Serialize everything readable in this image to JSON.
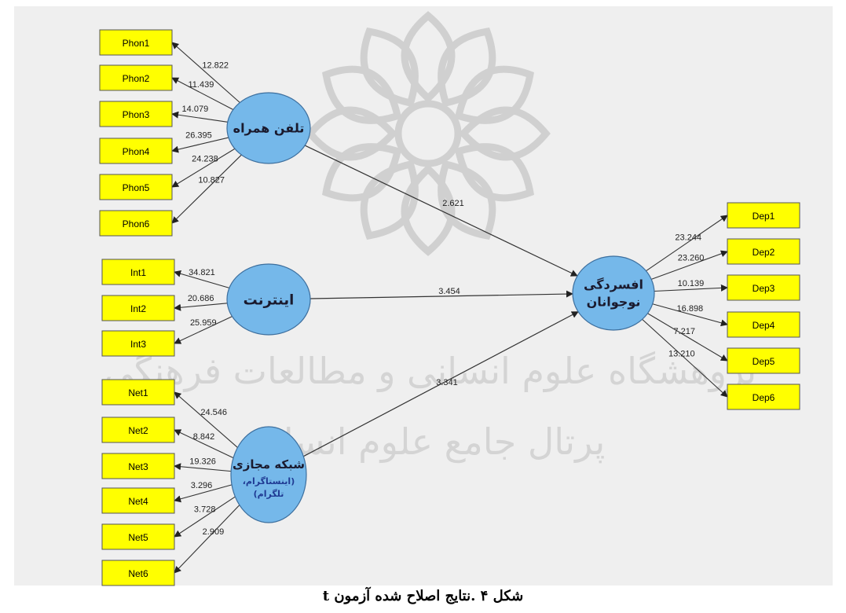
{
  "caption": "شکل ۴ .نتایج اصلاح شده آزمون t",
  "colors": {
    "background": "#efefef",
    "indicator_fill": "#ffff00",
    "latent_fill": "#75b8ea",
    "edge": "#333333"
  },
  "latents": {
    "phone": {
      "lines": [
        "تلفن همراه"
      ]
    },
    "internet": {
      "lines": [
        "اینترنت"
      ]
    },
    "social": {
      "lines": [
        "شبکه مجازی"
      ],
      "sub_lines": [
        "(اینستاگرام،",
        "تلگرام)"
      ]
    },
    "dep": {
      "lines": [
        "افسردگی",
        "نوجوانان"
      ]
    }
  },
  "indicators": {
    "phone": [
      {
        "label": "Phon1",
        "loading": "12.822"
      },
      {
        "label": "Phon2",
        "loading": "11.439"
      },
      {
        "label": "Phon3",
        "loading": "14.079"
      },
      {
        "label": "Phon4",
        "loading": "26.395"
      },
      {
        "label": "Phon5",
        "loading": "24.238"
      },
      {
        "label": "Phon6",
        "loading": "10.827"
      }
    ],
    "internet": [
      {
        "label": "Int1",
        "loading": "34.821"
      },
      {
        "label": "Int2",
        "loading": "20.686"
      },
      {
        "label": "Int3",
        "loading": "25.959"
      }
    ],
    "social": [
      {
        "label": "Net1",
        "loading": "24.546"
      },
      {
        "label": "Net2",
        "loading": "8.842"
      },
      {
        "label": "Net3",
        "loading": "19.326"
      },
      {
        "label": "Net4",
        "loading": "3.296"
      },
      {
        "label": "Net5",
        "loading": "3.728"
      },
      {
        "label": "Net6",
        "loading": "2.909"
      }
    ],
    "dep": [
      {
        "label": "Dep1",
        "loading": "23.244"
      },
      {
        "label": "Dep2",
        "loading": "23.260"
      },
      {
        "label": "Dep3",
        "loading": "10.139"
      },
      {
        "label": "Dep4",
        "loading": "16.898"
      },
      {
        "label": "Dep5",
        "loading": "7.217"
      },
      {
        "label": "Dep6",
        "loading": "13.210"
      }
    ]
  },
  "paths": {
    "phone_dep": "2.621",
    "internet_dep": "3.454",
    "social_dep": "3.341"
  },
  "watermark": {
    "line1": "پژوهشگاه علوم انسانی و مطالعات فرهنگی",
    "line2": "پرتال جامع علوم انسانی"
  }
}
